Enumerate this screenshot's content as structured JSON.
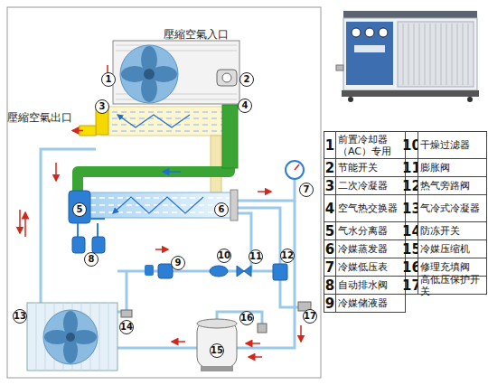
{
  "diagram": {
    "labels": [
      "壓縮空氣入口",
      "壓縮空氣出口",
      "1",
      "2",
      "3",
      "4",
      "5",
      "6",
      "7",
      "8",
      "9",
      "10",
      "11",
      "12",
      "13",
      "14",
      "15",
      "16",
      "17",
      "1",
      "前置冷却器（AC）专用",
      "10",
      "干燥过滤器",
      "2",
      "节能开关",
      "11",
      "膨胀阀",
      "3",
      "二次冷凝器",
      "12",
      "热气旁路阀",
      "4",
      "空气热交换器",
      "13",
      "气冷式冷凝器",
      "5",
      "气水分离器",
      "14",
      "防冻开关",
      "6",
      "冷媒蒸发器",
      "15",
      "冷媒压缩机",
      "7",
      "冷媒低压表",
      "16",
      "修理充填阀",
      "8",
      "自动排水阀",
      "17",
      "高低压保护开关",
      "9",
      "冷媒储液器"
    ]
  }
}
